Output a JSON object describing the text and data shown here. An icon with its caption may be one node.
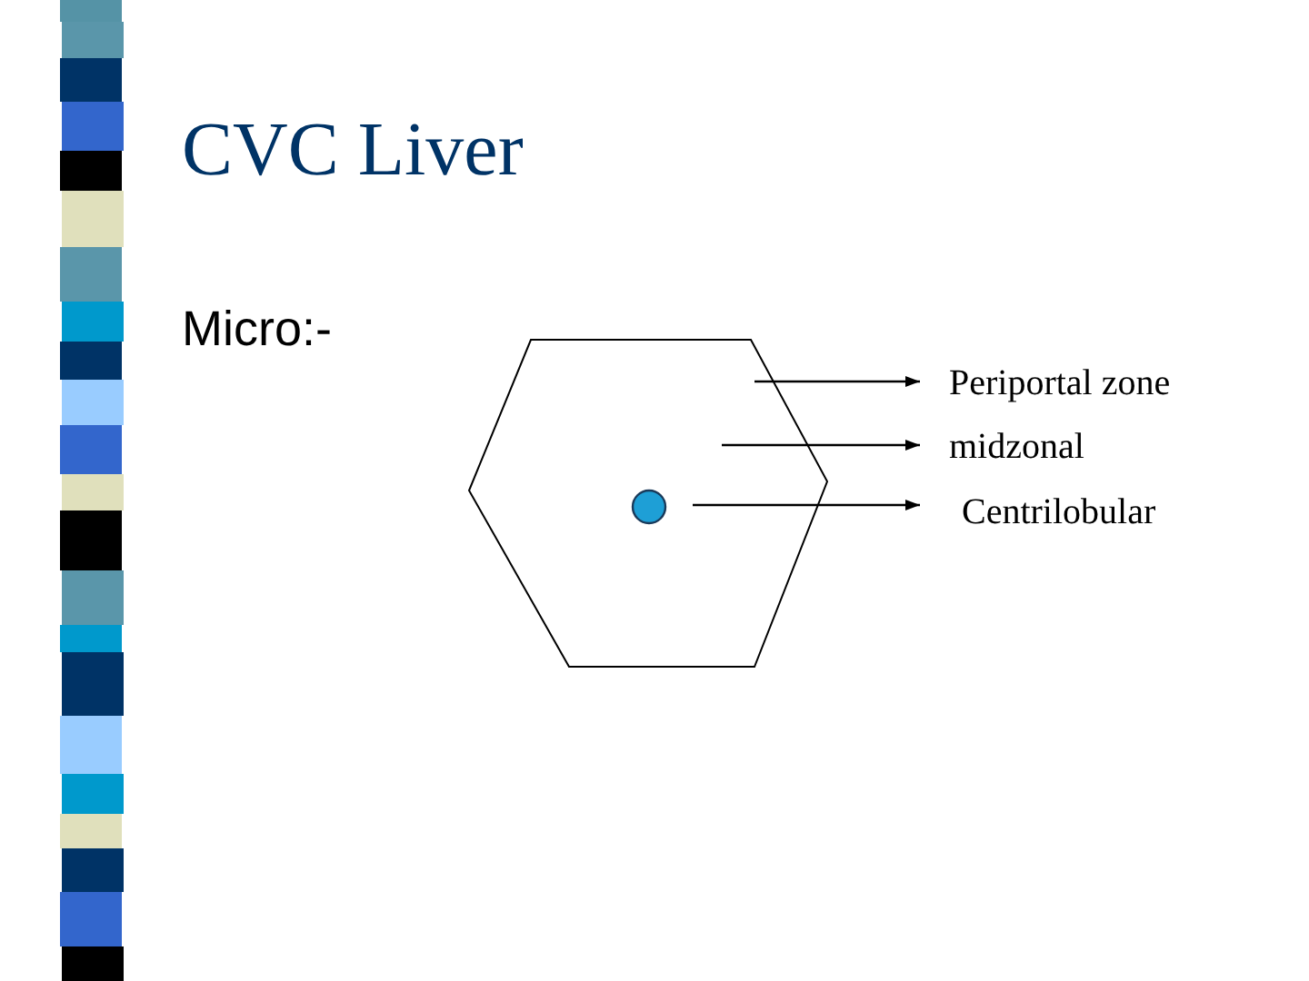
{
  "diagram": {
    "title": "CVC Liver",
    "nodes": [
      {
        "text": [],
        "shape": "hexagon"
      },
      {
        "text": [],
        "shape": "circle",
        "in": 0
      },
      {
        "text": [
          "Periportal zone"
        ]
      },
      {
        "text": [
          "midzonal"
        ]
      },
      {
        "text": [
          "Centrilobular"
        ]
      }
    ],
    "edges": [
      {
        "from": 0,
        "to": 2,
        "arrow": "to"
      },
      {
        "from": null,
        "to": 3,
        "arrow": "to"
      },
      {
        "from": 1,
        "to": 4,
        "arrow": "to"
      }
    ],
    "labels": [
      "Micro:-"
    ]
  }
}
